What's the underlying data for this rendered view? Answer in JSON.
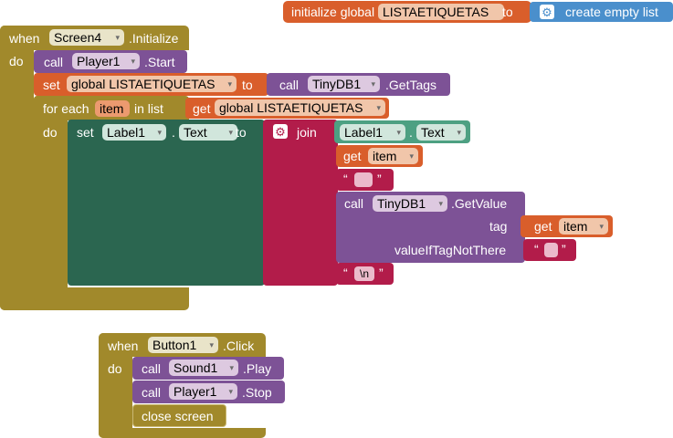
{
  "colors": {
    "event": "#a1892b",
    "procedure": "#7d5296",
    "variable": "#d95e2b",
    "list": "#4a8fcc",
    "text": "#b21c4a",
    "component": "#2b7a5a",
    "attribute": "#4da082"
  },
  "global_init": {
    "keyword": "initialize global",
    "name": "LISTAETIQUETAS",
    "to": "to",
    "value": "create empty list"
  },
  "screen_event": {
    "when": "when",
    "component": "Screen4",
    "event": ".Initialize",
    "do": "do",
    "call_start": {
      "call": "call",
      "component": "Player1",
      "method": ".Start"
    },
    "set_global": {
      "set": "set",
      "var": "global LISTAETIQUETAS",
      "to": "to",
      "call": "call",
      "component": "TinyDB1",
      "method": ".GetTags"
    },
    "foreach": {
      "for_each": "for each",
      "var": "item",
      "in_list": "in list",
      "get": "get",
      "list_var": "global LISTAETIQUETAS",
      "do": "do",
      "set_label": {
        "set": "set",
        "component": "Label1",
        "dot": ".",
        "property": "Text",
        "to": "to",
        "join": "join",
        "item1_component": "Label1",
        "item1_dot": ".",
        "item1_property": "Text",
        "item2_get": "get",
        "item2_var": "item",
        "item3_string": "",
        "item4_call": "call",
        "item4_component": "TinyDB1",
        "item4_method": ".GetValue",
        "tag_label": "tag",
        "tag_get": "get",
        "tag_var": "item",
        "not_there_label": "valueIfTagNotThere",
        "not_there_string": "",
        "item5_string": "\\n"
      }
    }
  },
  "button_event": {
    "when": "when",
    "component": "Button1",
    "event": ".Click",
    "do": "do",
    "statements": [
      {
        "call": "call",
        "component": "Sound1",
        "method": ".Play"
      },
      {
        "call": "call",
        "component": "Player1",
        "method": ".Stop"
      }
    ],
    "close": "close screen"
  },
  "quote_open": "“",
  "quote_close": "”",
  "caret": "▾",
  "icons": {
    "mutator": "gear-icon"
  }
}
